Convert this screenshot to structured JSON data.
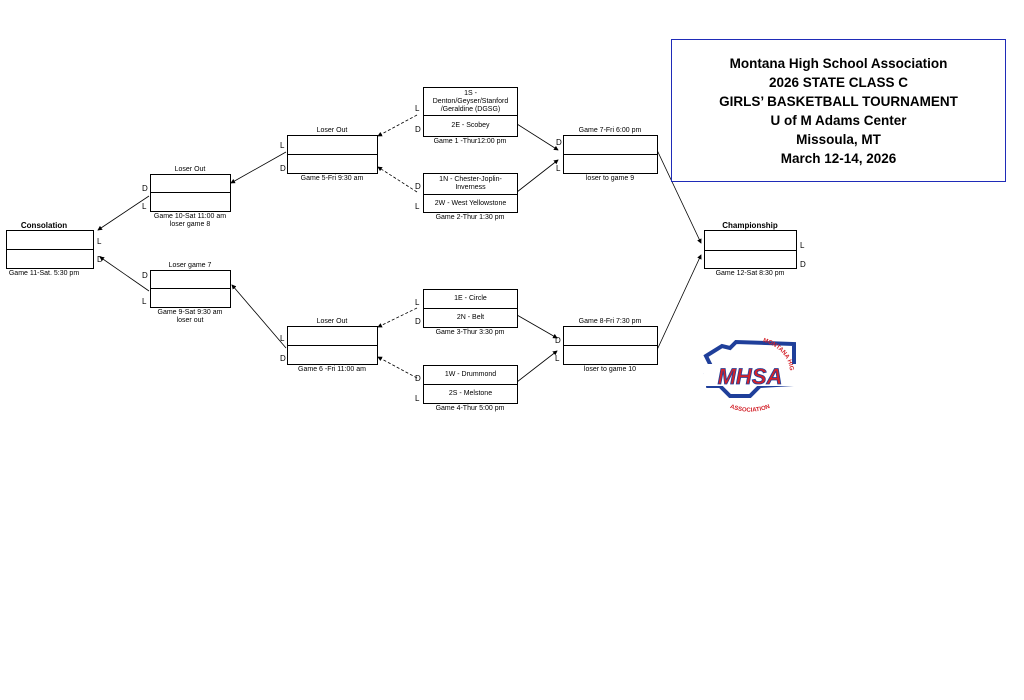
{
  "header": {
    "line1": "Montana High School Association",
    "line2": "2026 STATE CLASS C",
    "line3": "GIRLS’ BASKETBALL TOURNAMENT",
    "line4": "U of M Adams Center",
    "line5": "Missoula, MT",
    "line6": "March 12-14, 2026"
  },
  "logo": {
    "top_text": "MONTANA HIGH SCHOOL",
    "main_text": "MHSA",
    "bottom_text": "ASSOCIATION",
    "red": "#d3222a",
    "blue": "#1f3f9a"
  },
  "letters": {
    "L": "L",
    "D": "D"
  },
  "games": {
    "g1": {
      "team_top": "1S - Denton/Geyser/Stanford /Geraldine (DGSG)",
      "team_bottom": "2E - Scobey",
      "caption": "Game 1 -Thur12:00 pm"
    },
    "g2": {
      "team_top": "1N - Chester-Joplin-Inverness",
      "team_bottom": "2W - West Yellowstone",
      "caption": "Game 2-Thur 1:30 pm"
    },
    "g3": {
      "team_top": "1E - Circle",
      "team_bottom": "2N - Belt",
      "caption": "Game 3-Thur 3:30 pm"
    },
    "g4": {
      "team_top": "1W - Drummond",
      "team_bottom": "2S - Melstone",
      "caption": "Game 4-Thur 5:00 pm"
    },
    "g5": {
      "top_label": "Loser Out",
      "caption": "Game 5-Fri 9:30 am"
    },
    "g6": {
      "top_label": "Loser Out",
      "caption": "Game 6 -Fri 11:00 am"
    },
    "g7": {
      "top_label": "Game 7-Fri 6:00 pm",
      "caption": "loser to game 9"
    },
    "g8": {
      "top_label": "Game 8-Fri 7:30 pm",
      "caption": "loser to game 10"
    },
    "g9": {
      "top_label": "Loser game 7",
      "caption": "Game 9-Sat 9:30 am",
      "caption2": "loser out"
    },
    "g10": {
      "top_label": "Loser Out",
      "caption": "Game 10-Sat 11:00 am",
      "caption2": "loser game 8"
    },
    "g11": {
      "top_label": "Consolation",
      "caption": "Game 11-Sat. 5:30 pm"
    },
    "g12": {
      "top_label": "Championship",
      "caption": "Game 12-Sat 8:30 pm"
    }
  }
}
